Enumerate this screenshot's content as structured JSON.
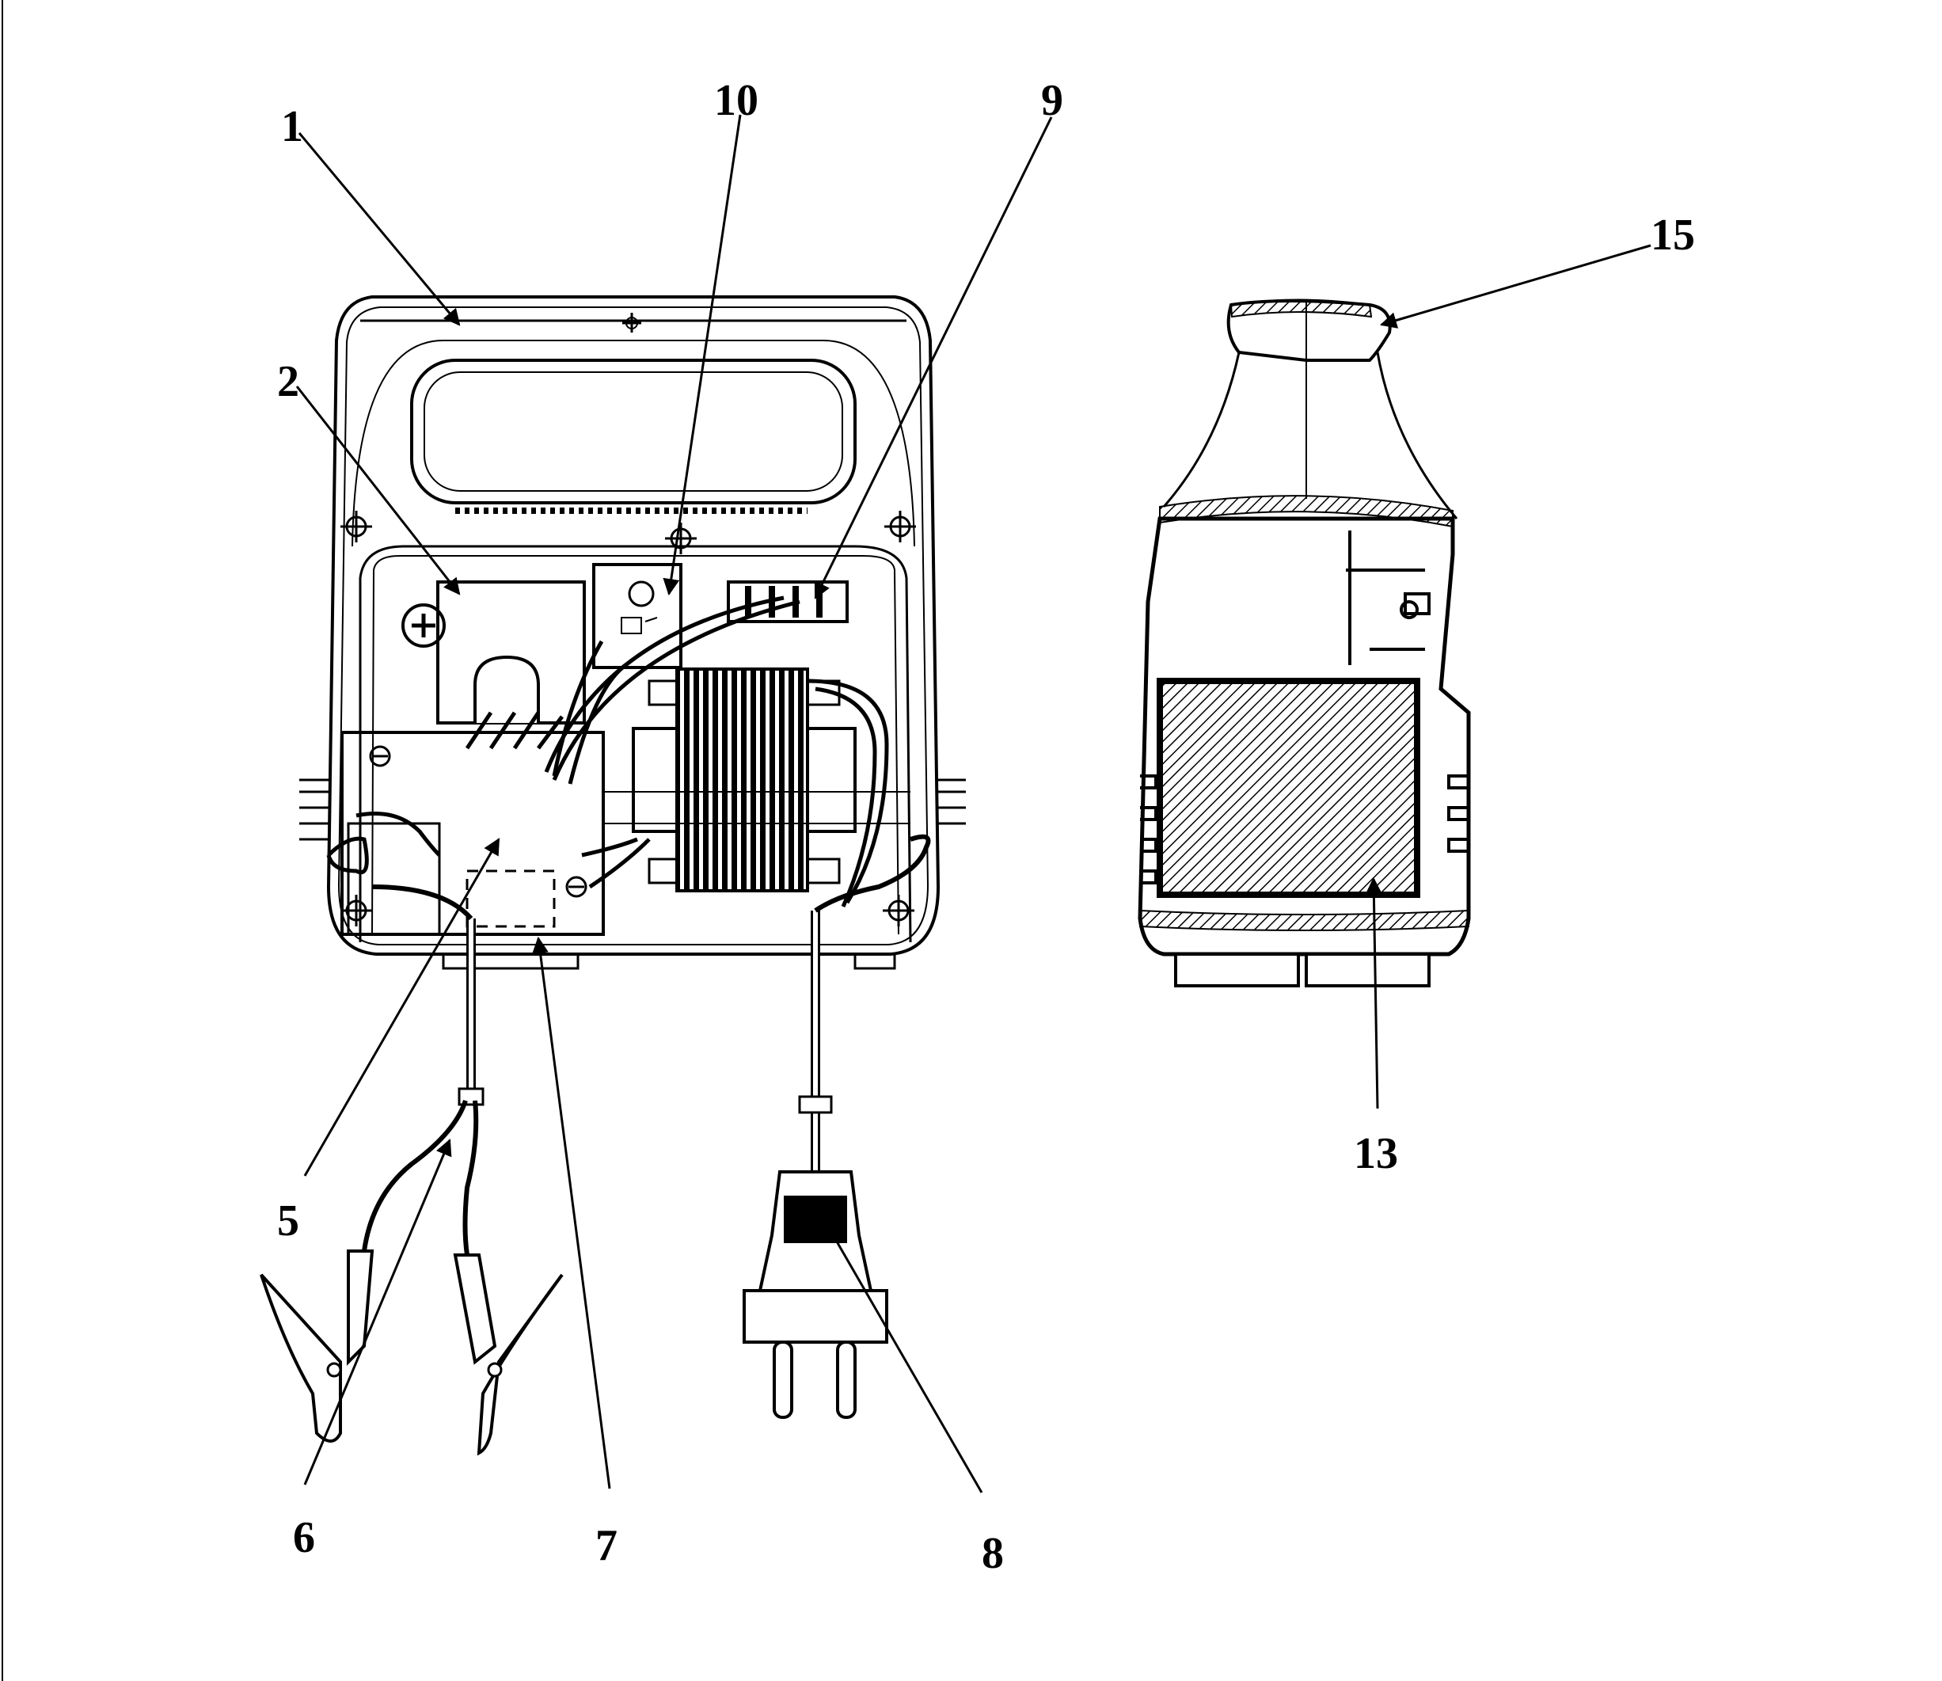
{
  "diagram": {
    "callouts": [
      {
        "id": "1",
        "label": "1"
      },
      {
        "id": "2",
        "label": "2"
      },
      {
        "id": "5",
        "label": "5"
      },
      {
        "id": "6",
        "label": "6"
      },
      {
        "id": "7",
        "label": "7"
      },
      {
        "id": "8",
        "label": "8"
      },
      {
        "id": "9",
        "label": "9"
      },
      {
        "id": "10",
        "label": "10"
      },
      {
        "id": "13",
        "label": "13"
      },
      {
        "id": "15",
        "label": "15"
      }
    ]
  }
}
